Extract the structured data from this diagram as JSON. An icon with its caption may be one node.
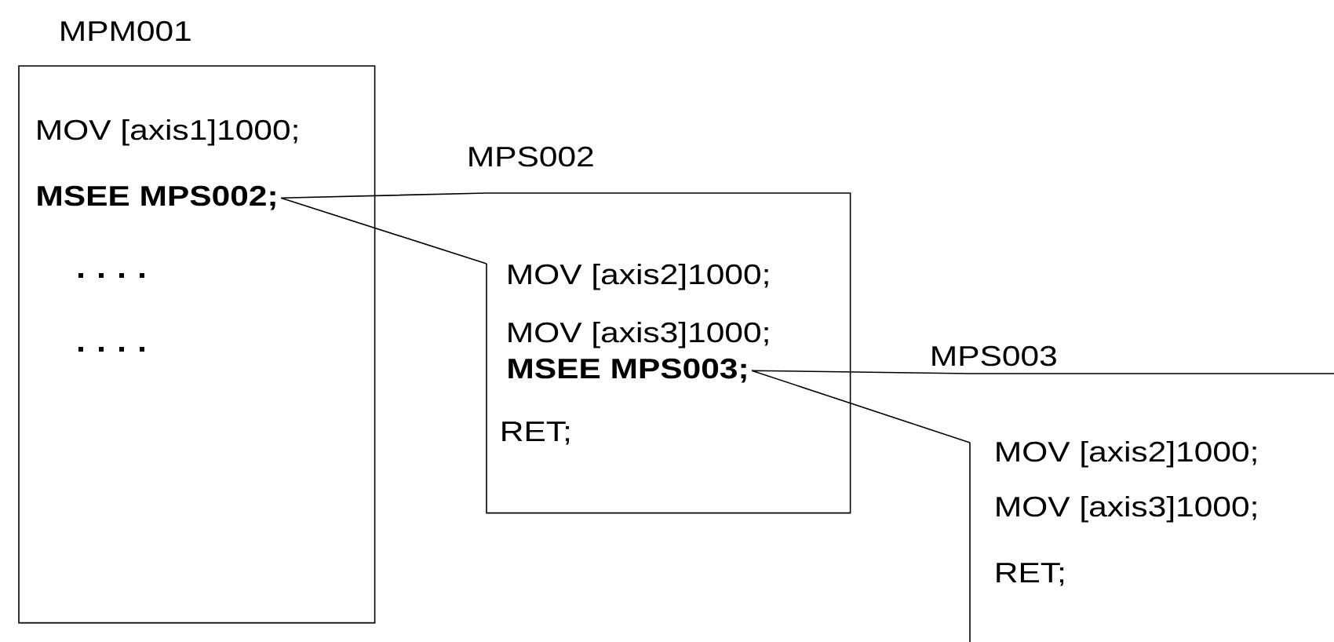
{
  "diagram": {
    "nodes": [
      {
        "text": [
          "MPM001",
          "MOV [axis1]1000;"
        ]
      },
      {
        "text": [
          "MSEE  MPS002;"
        ],
        "in": 0
      },
      {
        "text": [
          "MPS002",
          "MOV [axis2]1000;",
          "MOV [axis3]1000;",
          "RET;"
        ]
      },
      {
        "text": [
          "MSEE  MPS003;"
        ],
        "in": 2
      },
      {
        "text": [
          "MPS003",
          "MOV [axis2]1000;",
          "MOV [axis3]1000;",
          "RET;"
        ]
      }
    ],
    "edges": [
      {
        "from": 1,
        "to": 2,
        "arrow": "none"
      },
      {
        "from": 3,
        "to": 4,
        "arrow": "none"
      }
    ]
  }
}
